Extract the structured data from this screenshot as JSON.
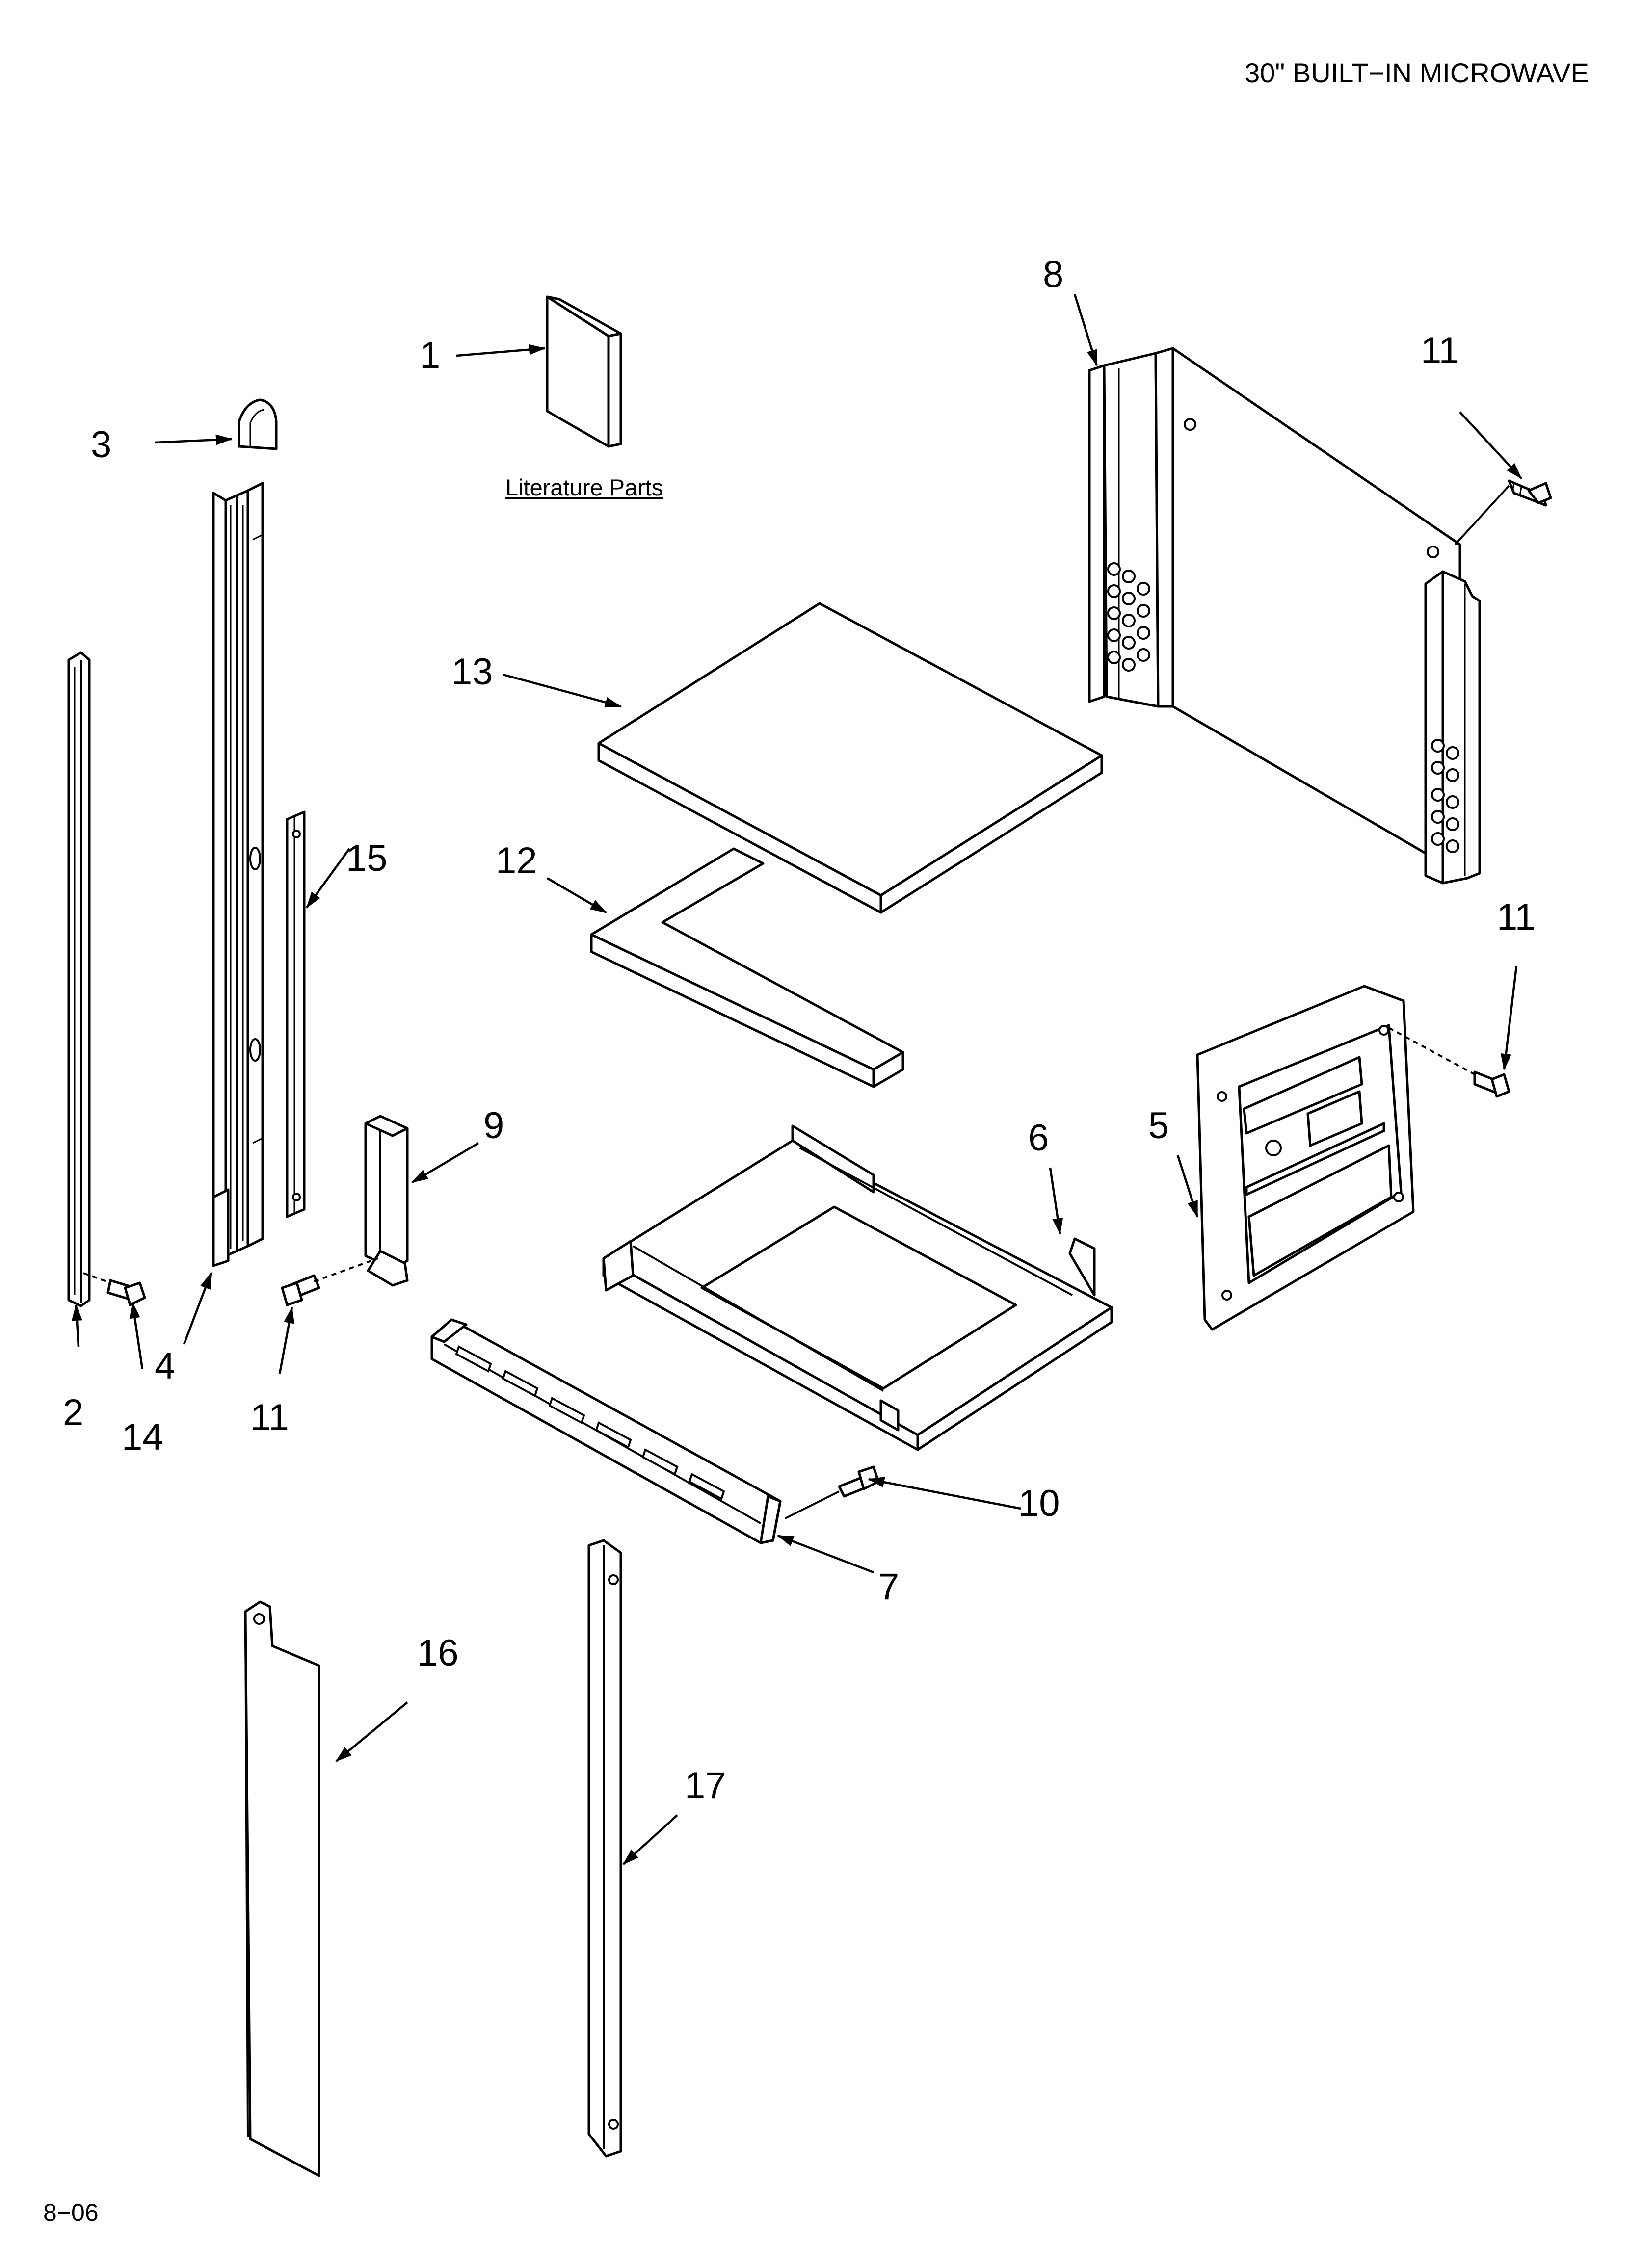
{
  "header": {
    "title": "30\" BUILT−IN MICROWAVE"
  },
  "literature_label": "Literature Parts",
  "footer": {
    "code": "8−06"
  },
  "callouts": {
    "c1": "1",
    "c2": "2",
    "c3": "3",
    "c4": "4",
    "c5": "5",
    "c6": "6",
    "c7": "7",
    "c8": "8",
    "c9": "9",
    "c10": "10",
    "c11_top": "11",
    "c11_mid": "11",
    "c11_left": "11",
    "c12": "12",
    "c13": "13",
    "c14": "14",
    "c15": "15",
    "c16": "16",
    "c17": "17"
  }
}
